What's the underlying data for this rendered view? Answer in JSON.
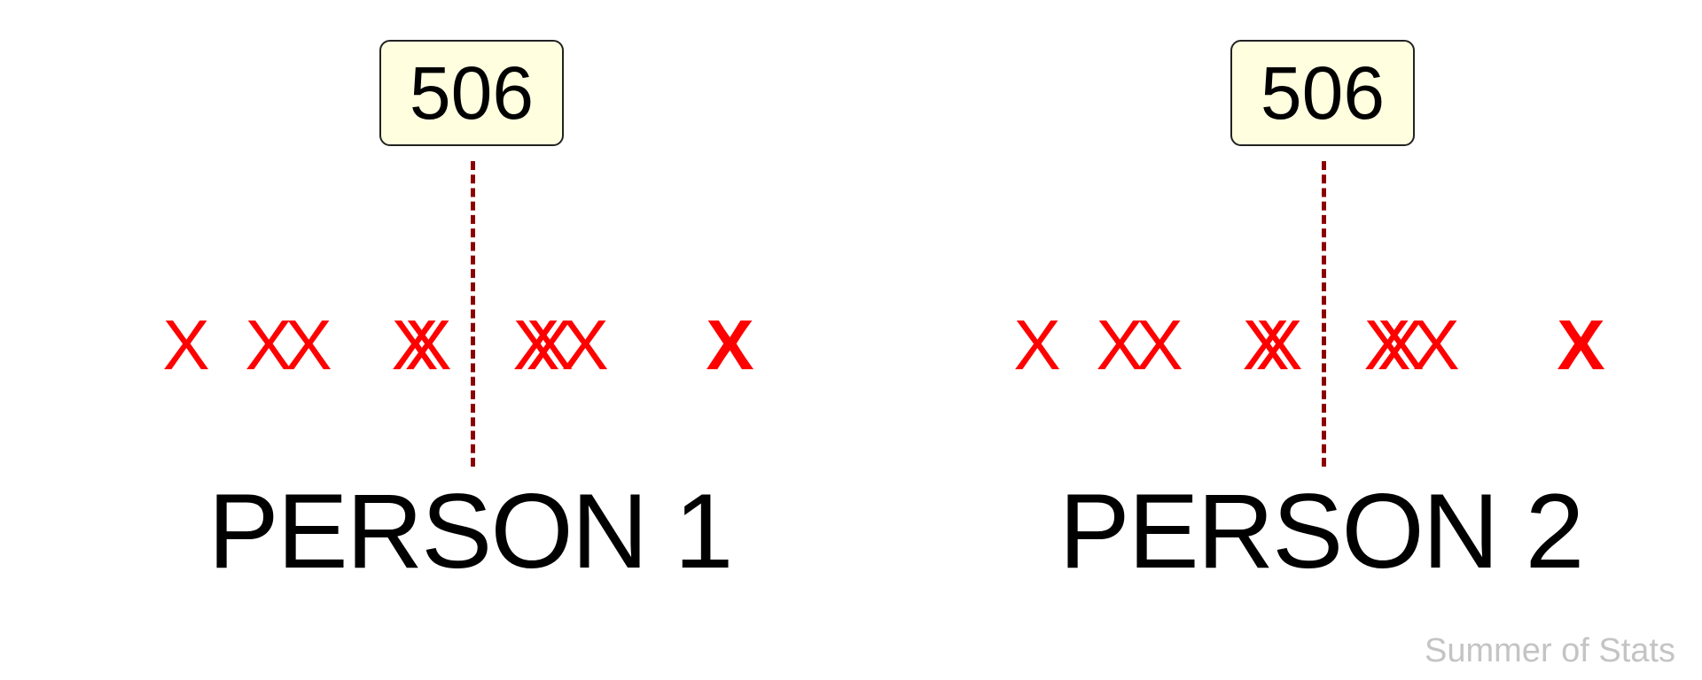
{
  "colors": {
    "marker": "#ff0000",
    "mean_line": "#8b0000",
    "mean_box_fill": "#ffffe0",
    "text": "#000000",
    "watermark": "#c4c4c4"
  },
  "marker_glyph": "X",
  "panels": [
    {
      "label": "PERSON 1",
      "mean_label": "506",
      "marks": [
        {
          "rank": 1,
          "style": "normal"
        },
        {
          "rank": 2,
          "style": "normal"
        },
        {
          "rank": 3,
          "style": "normal"
        },
        {
          "rank": 4,
          "style": "normal"
        },
        {
          "rank": 5,
          "style": "normal"
        },
        {
          "rank": 6,
          "style": "normal"
        },
        {
          "rank": 7,
          "style": "normal"
        },
        {
          "rank": 8,
          "style": "normal"
        },
        {
          "rank": 9,
          "style": "normal"
        },
        {
          "rank": 10,
          "style": "bold"
        }
      ]
    },
    {
      "label": "PERSON 2",
      "mean_label": "506",
      "marks": [
        {
          "rank": 1,
          "style": "normal"
        },
        {
          "rank": 2,
          "style": "normal"
        },
        {
          "rank": 3,
          "style": "normal"
        },
        {
          "rank": 4,
          "style": "normal"
        },
        {
          "rank": 5,
          "style": "normal"
        },
        {
          "rank": 6,
          "style": "normal"
        },
        {
          "rank": 7,
          "style": "normal"
        },
        {
          "rank": 8,
          "style": "normal"
        },
        {
          "rank": 9,
          "style": "normal"
        },
        {
          "rank": 10,
          "style": "bold"
        }
      ]
    }
  ],
  "watermark": "Summer of Stats"
}
